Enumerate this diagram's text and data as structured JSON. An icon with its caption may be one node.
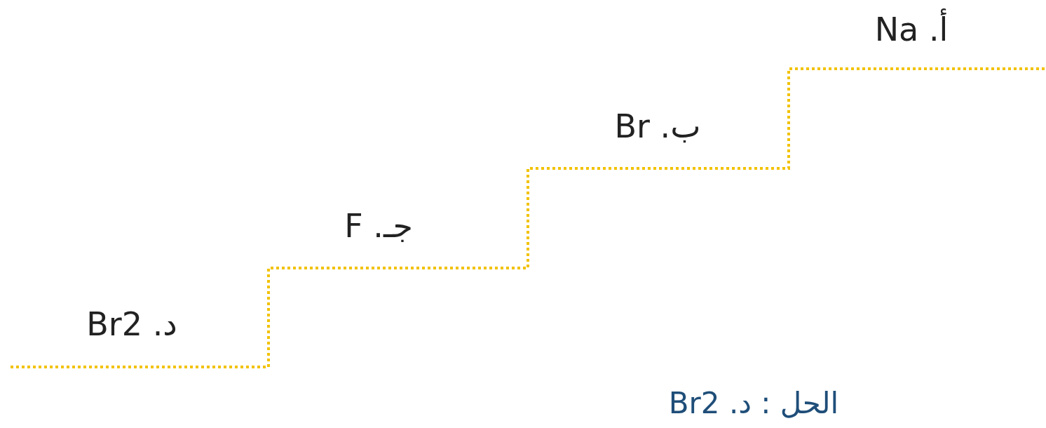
{
  "diagram": {
    "labels": [
      "أ. Na",
      "ب. Br",
      "جـ. F",
      "د. Br2",
      "الحل : د. Br2"
    ]
  }
}
